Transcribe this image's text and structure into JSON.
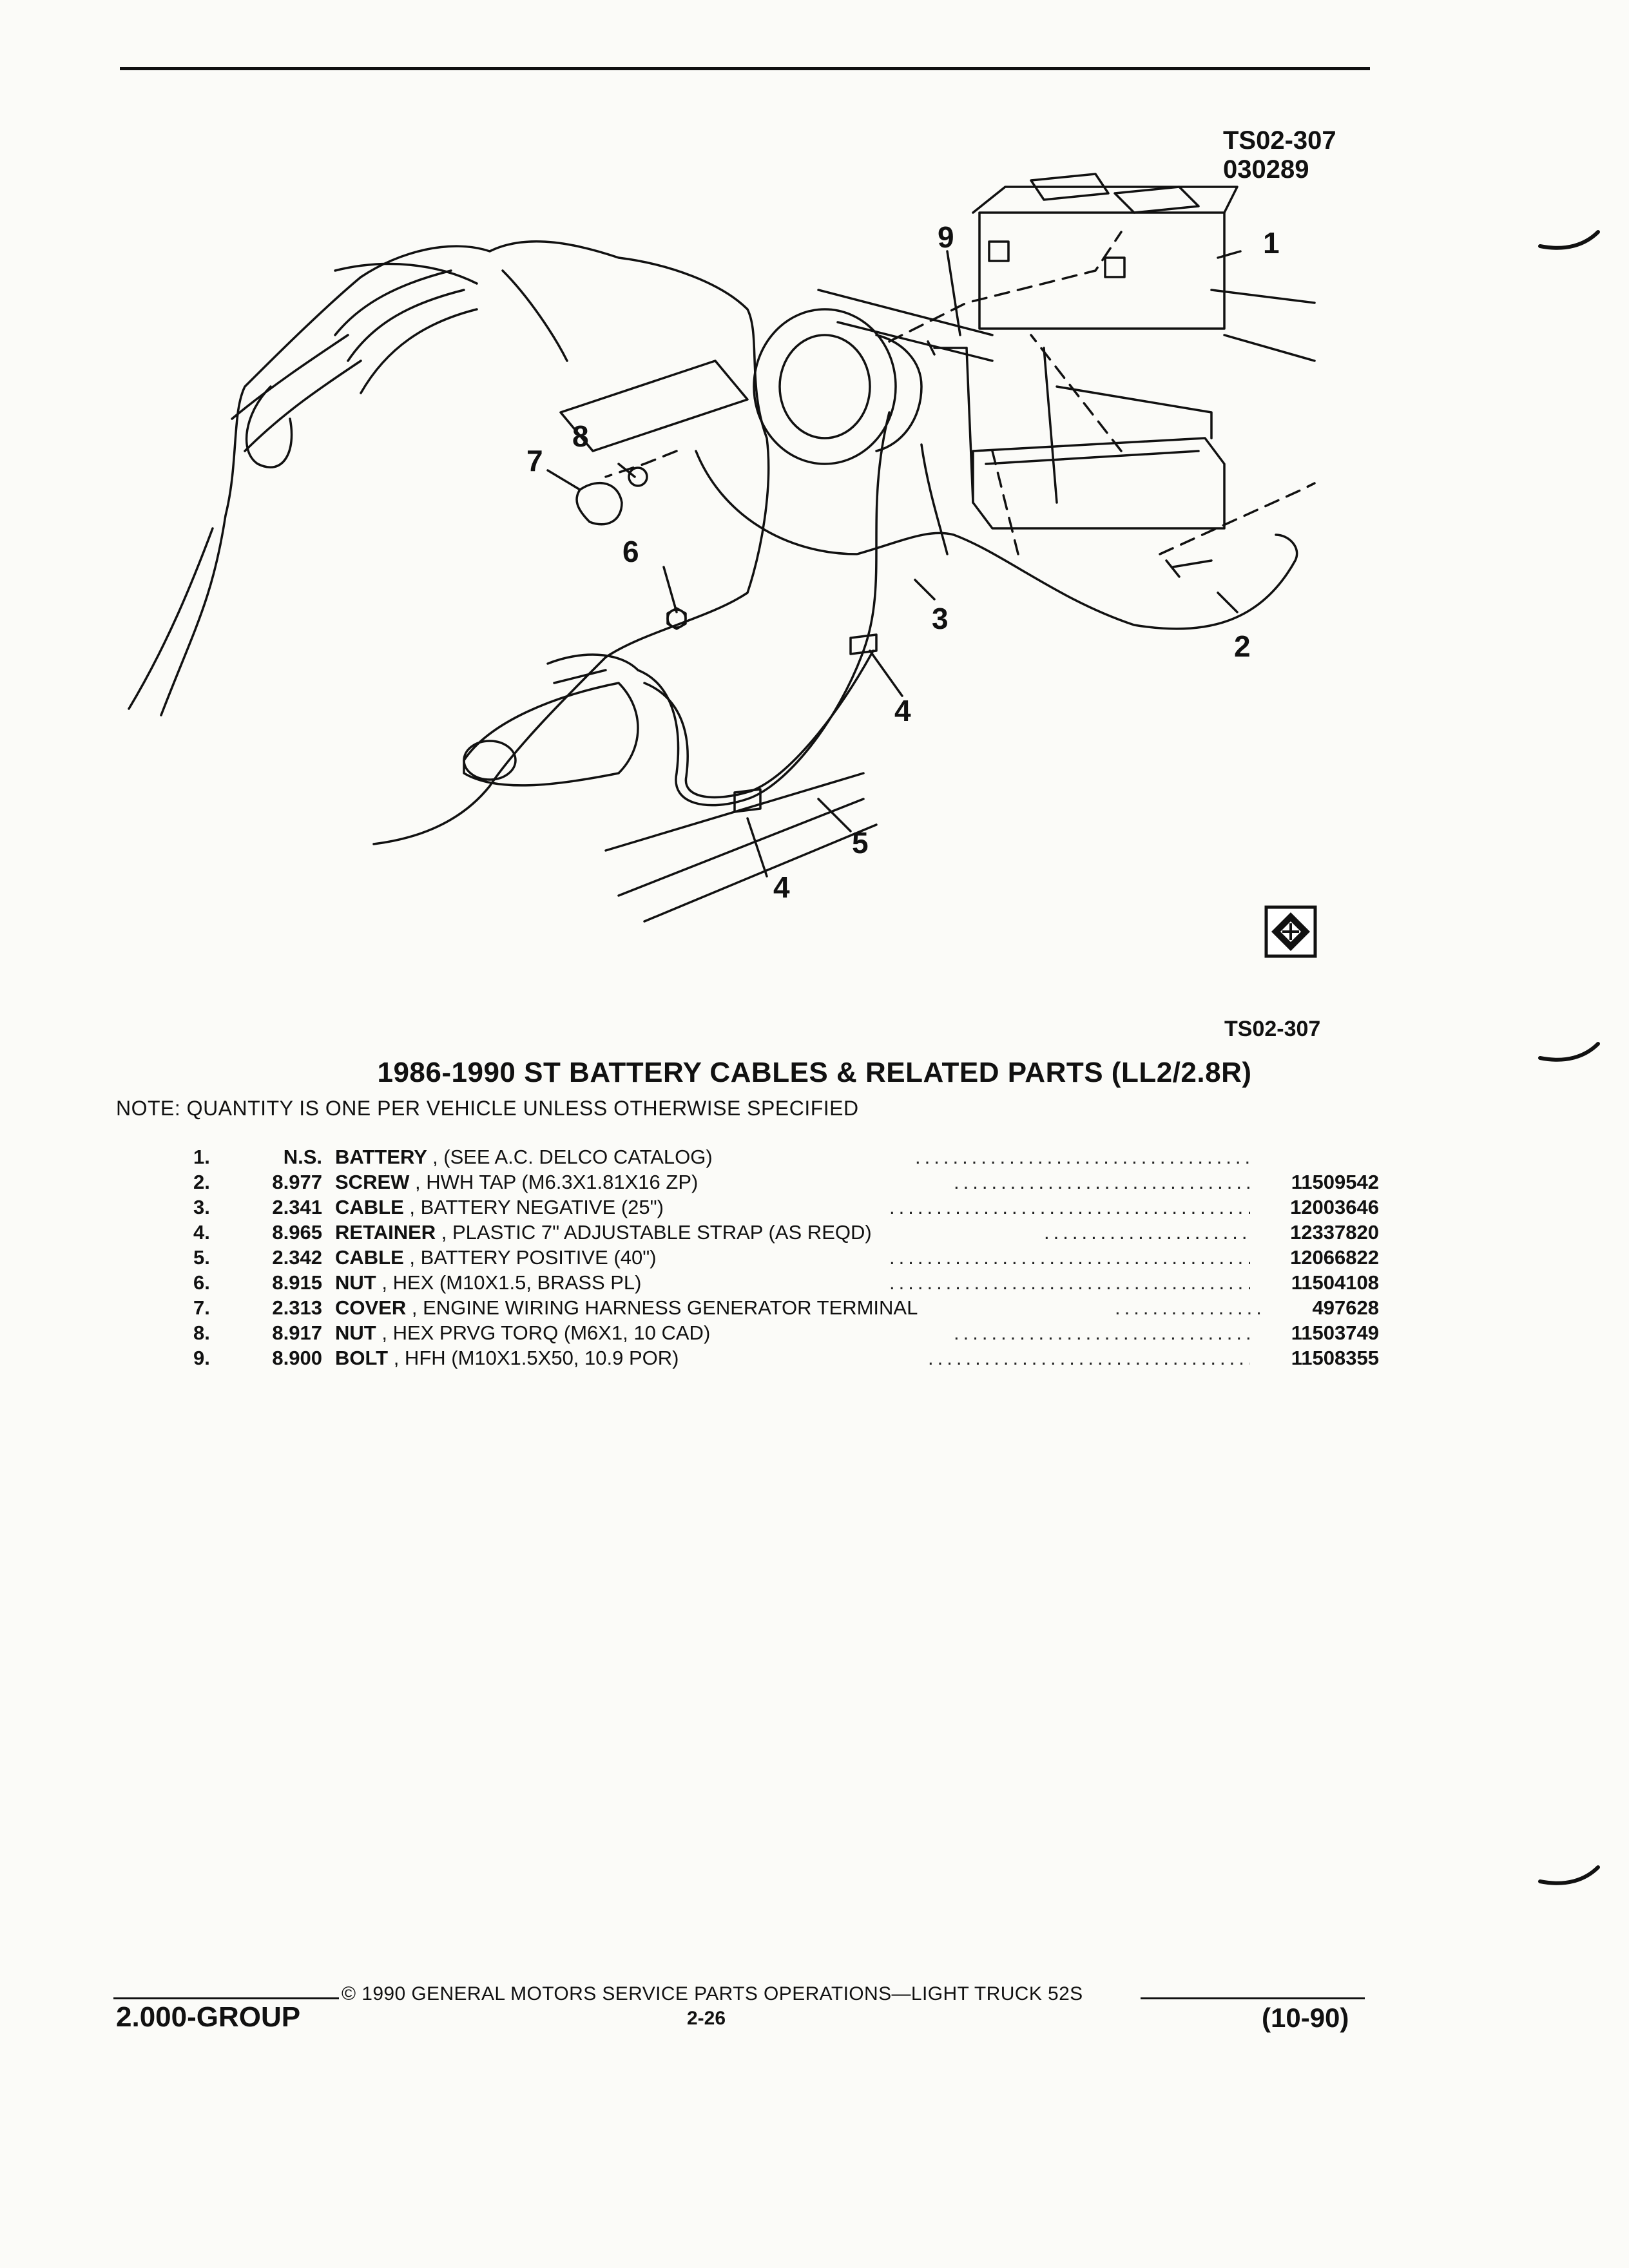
{
  "header": {
    "fig_code": "TS02-307",
    "fig_date": "030289"
  },
  "diagram": {
    "callouts": [
      "1",
      "2",
      "3",
      "4",
      "4",
      "5",
      "6",
      "7",
      "8",
      "9"
    ],
    "icon": "gm-parts-logo-icon",
    "caption_code": "TS02-307"
  },
  "title": "1986-1990 ST BATTERY CABLES & RELATED PARTS (LL2/2.8R)",
  "note": "NOTE:  QUANTITY IS ONE PER VEHICLE UNLESS OTHERWISE SPECIFIED",
  "parts": [
    {
      "no": "1.",
      "group": "N.S.",
      "name": "BATTERY",
      "detail": ", (SEE A.C. DELCO CATALOG)",
      "part": ""
    },
    {
      "no": "2.",
      "group": "8.977",
      "name": "SCREW",
      "detail": ", HWH TAP (M6.3X1.81X16 ZP)",
      "part": "11509542"
    },
    {
      "no": "3.",
      "group": "2.341",
      "name": "CABLE",
      "detail": ", BATTERY NEGATIVE (25\")",
      "part": "12003646"
    },
    {
      "no": "4.",
      "group": "8.965",
      "name": "RETAINER",
      "detail": ", PLASTIC 7\" ADJUSTABLE STRAP (AS REQD)",
      "part": "12337820"
    },
    {
      "no": "5.",
      "group": "2.342",
      "name": "CABLE",
      "detail": ", BATTERY POSITIVE (40\")",
      "part": "12066822"
    },
    {
      "no": "6.",
      "group": "8.915",
      "name": "NUT",
      "detail": ", HEX (M10X1.5, BRASS PL)",
      "part": "11504108"
    },
    {
      "no": "7.",
      "group": "2.313",
      "name": "COVER",
      "detail": ", ENGINE WIRING HARNESS GENERATOR TERMINAL",
      "part": "497628"
    },
    {
      "no": "8.",
      "group": "8.917",
      "name": "NUT",
      "detail": ", HEX PRVG TORQ (M6X1, 10 CAD)",
      "part": "11503749"
    },
    {
      "no": "9.",
      "group": "8.900",
      "name": "BOLT",
      "detail": ", HFH (M10X1.5X50, 10.9 POR)",
      "part": "11508355"
    }
  ],
  "footer": {
    "copyright": "© 1990  GENERAL MOTORS SERVICE PARTS OPERATIONS—LIGHT TRUCK 52S",
    "group": "2.000-GROUP",
    "page": "2-26",
    "revision": "(10-90)"
  }
}
